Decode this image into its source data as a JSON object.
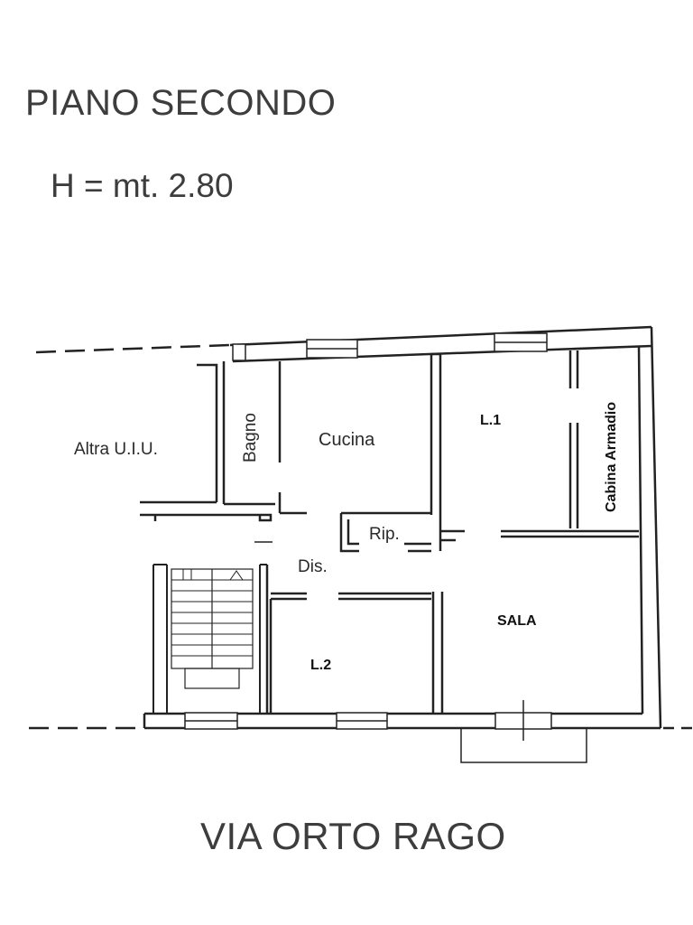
{
  "title": "PIANO SECONDO",
  "height_note": "H = mt. 2.80",
  "street": "VIA ORTO RAGO",
  "rooms": {
    "altra_uiu": "Altra U.I.U.",
    "bagno": "Bagno",
    "cucina": "Cucina",
    "l1": "L.1",
    "cabina_armadio": "Cabina Armadio",
    "rip": "Rip.",
    "dis": "Dis.",
    "sala": "SALA",
    "l2": "L.2"
  }
}
